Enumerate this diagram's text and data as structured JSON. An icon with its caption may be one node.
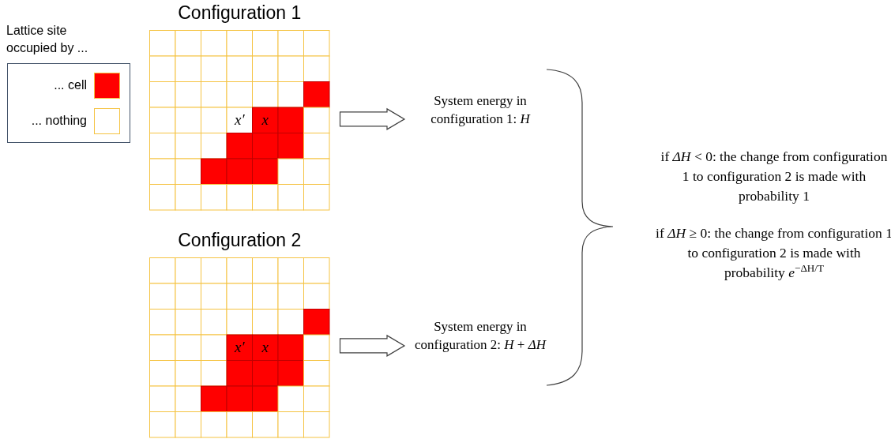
{
  "diagram": {
    "nodes": [
      {
        "text": [
          "Configuration 1"
        ]
      },
      {
        "text": [
          "x′"
        ],
        "in": 0
      },
      {
        "text": [
          "x"
        ],
        "in": 0
      },
      {
        "text": [
          "System energy in configuration 1: *H*"
        ]
      },
      {
        "text": [
          "Configuration 2"
        ]
      },
      {
        "text": [
          "x′"
        ],
        "in": 4
      },
      {
        "text": [
          "x"
        ],
        "in": 4
      },
      {
        "text": [
          "System energy in configuration 2: *H* + *ΔH*"
        ]
      },
      {
        "text": [
          "if *ΔH* < 0: the change from configuration 1 to configuration 2 is made with probability 1",
          "if *ΔH* ≥ 0: the change from configuration 1 to configuration 2 is made with probability *e*$^{−ΔH/T}$"
        ]
      }
    ],
    "edges": [
      {
        "from": 0,
        "to": 3,
        "arrow": "to"
      },
      {
        "from": 4,
        "to": 7,
        "arrow": "to"
      }
    ],
    "labels": [
      "Lattice site occupied by ..."
    ],
    "legend": [
      {
        "text": "... cell",
        "color": "#ff0000"
      },
      {
        "text": "... nothing",
        "color": "#ffffff"
      }
    ]
  }
}
